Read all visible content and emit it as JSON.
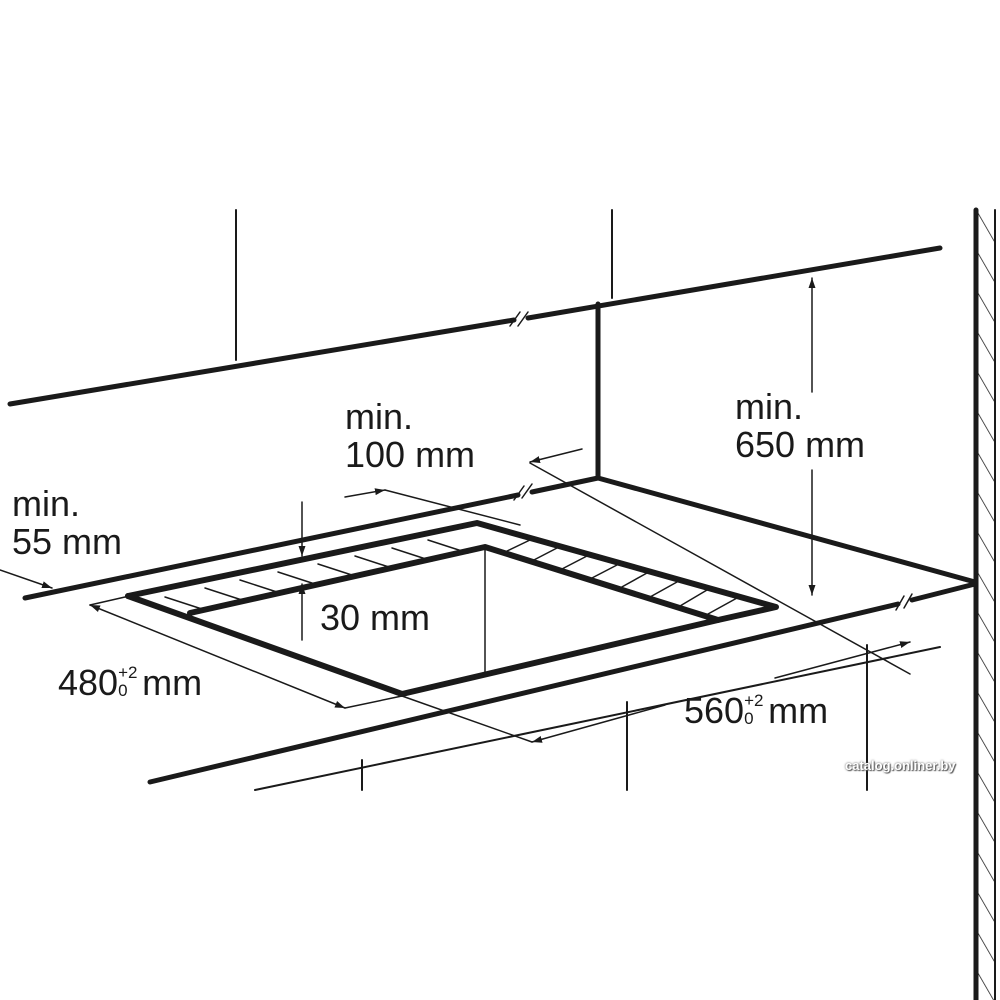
{
  "labels": {
    "min_100_line1": "min.",
    "min_100_line2": "100 mm",
    "min_650_line1": "min.",
    "min_650_line2": "650 mm",
    "min_55_line1": "min.",
    "min_55_line2": "55 mm",
    "depth_30": "30 mm",
    "width_480": "480",
    "width_480_tol_upper": "+2",
    "width_480_tol_lower": "0",
    "width_480_unit": "mm",
    "width_560": "560",
    "width_560_tol_upper": "+2",
    "width_560_tol_lower": "0",
    "width_560_unit": "mm"
  },
  "watermark": "catalog.onliner.by",
  "colors": {
    "line": "#1a1a1a",
    "background": "#ffffff"
  }
}
